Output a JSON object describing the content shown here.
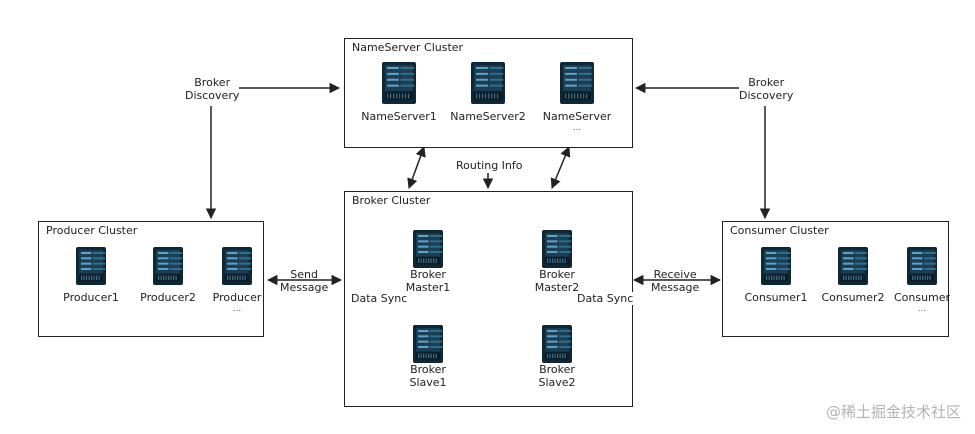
{
  "nameserver": {
    "title": "NameServer Cluster",
    "nodes": [
      {
        "label": "NameServer1",
        "sub": ""
      },
      {
        "label": "NameServer2",
        "sub": ""
      },
      {
        "label": "NameServer",
        "sub": "..."
      }
    ]
  },
  "producer": {
    "title": "Producer Cluster",
    "nodes": [
      {
        "label": "Producer1",
        "sub": ""
      },
      {
        "label": "Producer2",
        "sub": ""
      },
      {
        "label": "Producer",
        "sub": "..."
      }
    ]
  },
  "broker": {
    "title": "Broker Cluster",
    "master1": "Broker\nMaster1",
    "master2": "Broker\nMaster2",
    "slave1": "Broker\nSlave1",
    "slave2": "Broker\nSlave2",
    "data_sync_left": "Data Sync",
    "data_sync_right": "Data Sync"
  },
  "consumer": {
    "title": "Consumer Cluster",
    "nodes": [
      {
        "label": "Consumer1",
        "sub": ""
      },
      {
        "label": "Consumer2",
        "sub": ""
      },
      {
        "label": "Consumer",
        "sub": "..."
      }
    ]
  },
  "labels": {
    "broker_discovery_left": "Broker\nDiscovery",
    "broker_discovery_right": "Broker\nDiscovery",
    "routing_info": "Routing Info",
    "send_message": "Send\nMessage",
    "receive_message": "Receive\nMessage"
  },
  "watermark": "@稀土掘金技术社区",
  "colors": {
    "server_dark": "#0f2634",
    "server_blue": "#5fa3c9",
    "line": "#222222"
  }
}
